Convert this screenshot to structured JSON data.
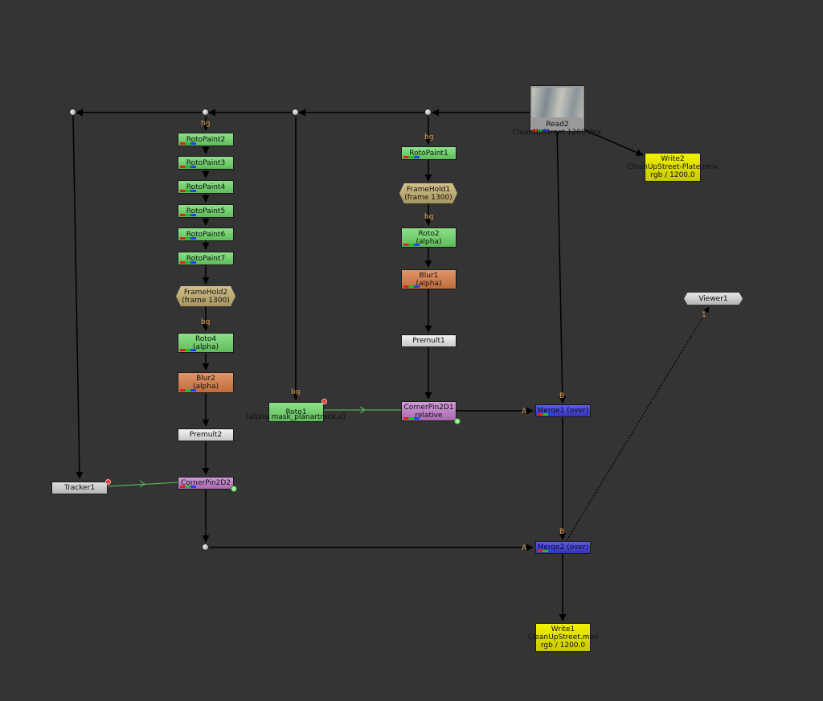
{
  "nodes": {
    "read2": {
      "label": "Read2",
      "file": "CleanUpStreet.1200.dpx"
    },
    "write2": {
      "label": "Write2",
      "file": "CleanUpStreet-Plate.mov",
      "format": "rgb / 1200.0"
    },
    "write1": {
      "label": "Write1",
      "file": "CleanUpStreet.mov",
      "format": "rgb / 1200.0"
    },
    "viewer1": {
      "label": "Viewer1",
      "input": "1"
    },
    "rotopaint2": {
      "label": "RotoPaint2"
    },
    "rotopaint3": {
      "label": "RotoPaint3"
    },
    "rotopaint4": {
      "label": "RotoPaint4"
    },
    "rotopaint5": {
      "label": "RotoPaint5"
    },
    "rotopaint6": {
      "label": "RotoPaint6"
    },
    "rotopaint7": {
      "label": "RotoPaint7"
    },
    "framehold2": {
      "label": "FrameHold2",
      "sub": "(frame 1300)"
    },
    "roto4": {
      "label": "Roto4",
      "sub": "(alpha)"
    },
    "blur2": {
      "label": "Blur2",
      "sub": "(alpha)"
    },
    "premult2": {
      "label": "Premult2"
    },
    "cornerpin2d2": {
      "label": "CornerPin2D2"
    },
    "tracker1": {
      "label": "Tracker1"
    },
    "roto1": {
      "label": "Roto1",
      "sub": "(alpha mask_planartrack.a)"
    },
    "rotopaint1": {
      "label": "RotoPaint1"
    },
    "framehold1": {
      "label": "FrameHold1",
      "sub": "(frame 1300)"
    },
    "roto2": {
      "label": "Roto2",
      "sub": "(alpha)"
    },
    "blur1": {
      "label": "Blur1",
      "sub": "(alpha)"
    },
    "premult1": {
      "label": "Premult1"
    },
    "cornerpin2d1": {
      "label": "CornerPin2D1",
      "sub": "relative"
    },
    "merge1": {
      "label": "Merge1 (over)"
    },
    "merge2": {
      "label": "Merge2 (over)"
    }
  },
  "input_labels": {
    "bg": "bg",
    "a": "A",
    "b": "B"
  },
  "colors": {
    "background": "#343434",
    "roto": "#6fcc6a",
    "blur": "#d07d4e",
    "premult": "#dcdcdc",
    "cornerpin": "#b97ec2",
    "merge": "#4646cc",
    "write": "#e0e000",
    "framehold": "#bca878",
    "pipe": "#000000",
    "expression_link": "#6fcc6a",
    "input_label": "#e0a050"
  }
}
